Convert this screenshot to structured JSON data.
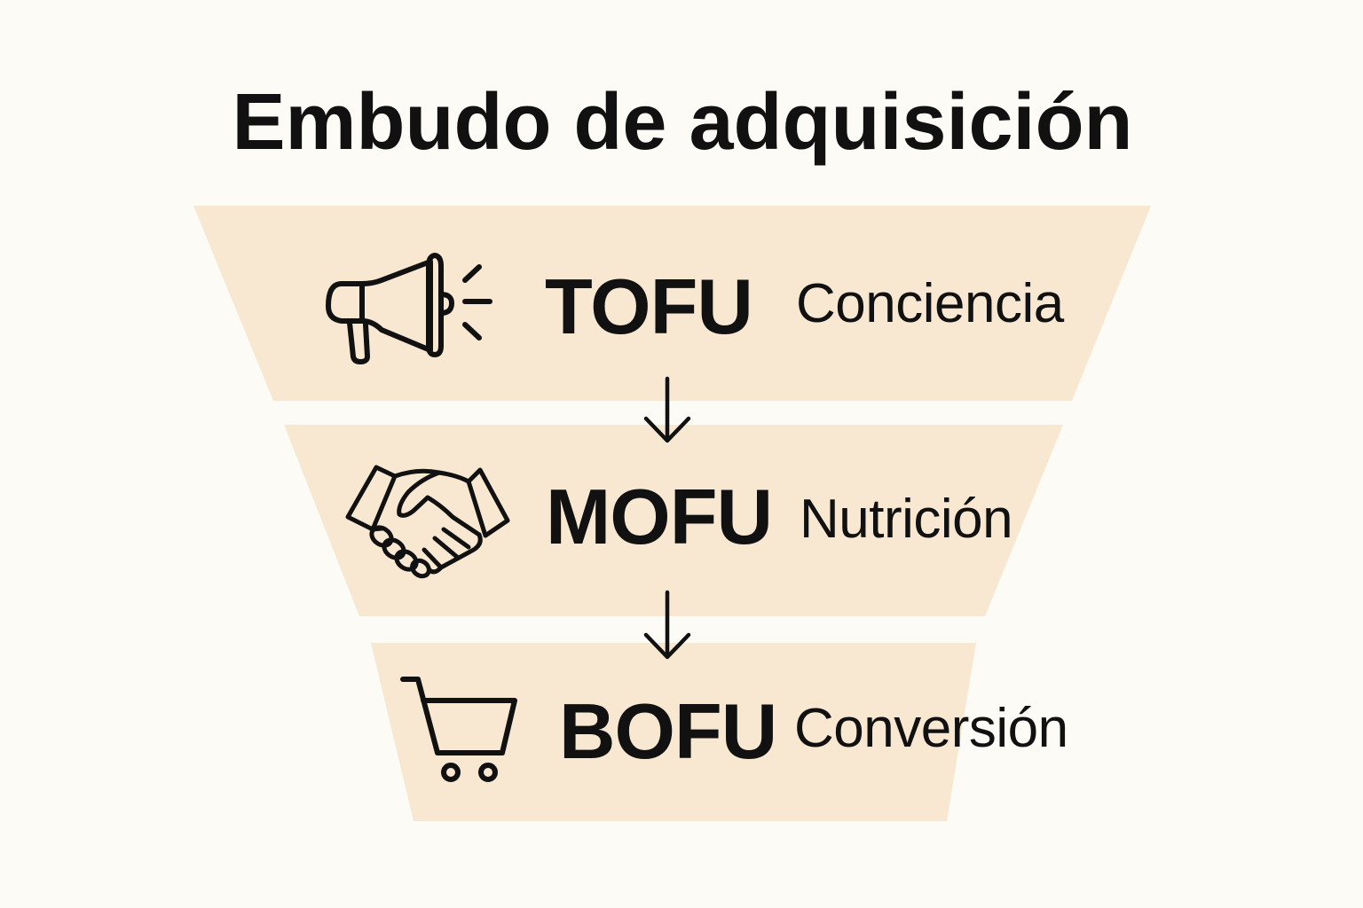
{
  "title": "Embudo de adquisición",
  "colors": {
    "background": "#fdfbf6",
    "band_fill": "#f8e8d1",
    "ink": "#111111"
  },
  "stages": [
    {
      "code": "TOFU",
      "label": "Conciencia",
      "icon": "megaphone-icon"
    },
    {
      "code": "MOFU",
      "label": "Nutrición",
      "icon": "handshake-icon"
    },
    {
      "code": "BOFU",
      "label": "Conversión",
      "icon": "shopping-cart-icon"
    }
  ],
  "connectors": [
    {
      "from": "TOFU",
      "to": "MOFU",
      "icon": "arrow-down-icon"
    },
    {
      "from": "MOFU",
      "to": "BOFU",
      "icon": "arrow-down-icon"
    }
  ]
}
